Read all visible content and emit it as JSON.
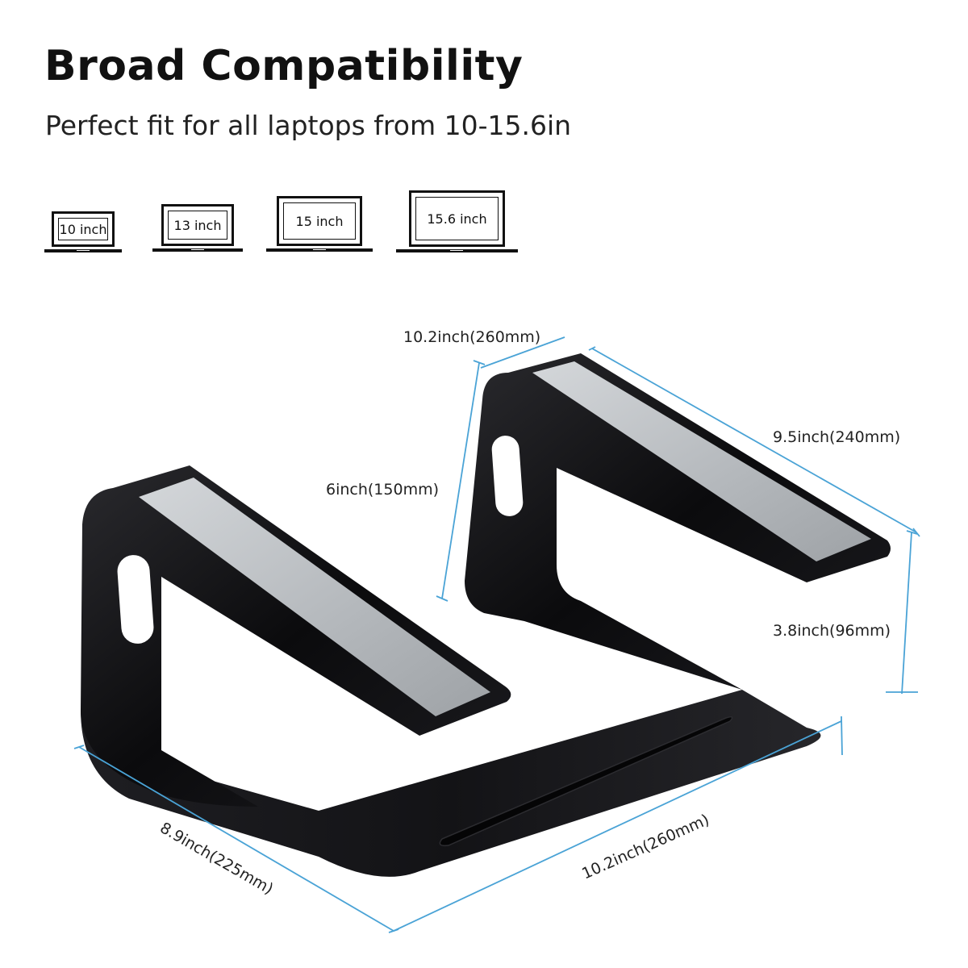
{
  "header": {
    "title": "Broad Compatibility",
    "subtitle": "Perfect fit for all laptops from 10-15.6in"
  },
  "laptop_sizes": [
    {
      "label": "10 inch"
    },
    {
      "label": "13 inch"
    },
    {
      "label": "15 inch"
    },
    {
      "label": "15.6 inch"
    }
  ],
  "dimensions": {
    "top_width": "10.2inch(260mm)",
    "top_depth": "9.5inch(240mm)",
    "riser_height": "6inch(150mm)",
    "front_height": "3.8inch(96mm)",
    "base_depth": "8.9inch(225mm)",
    "base_width": "10.2inch(260mm)"
  },
  "colors": {
    "dimension_line": "#4aa3d6",
    "stand_body": "#0d0d0f",
    "stand_pad": "#b8bcc0"
  }
}
